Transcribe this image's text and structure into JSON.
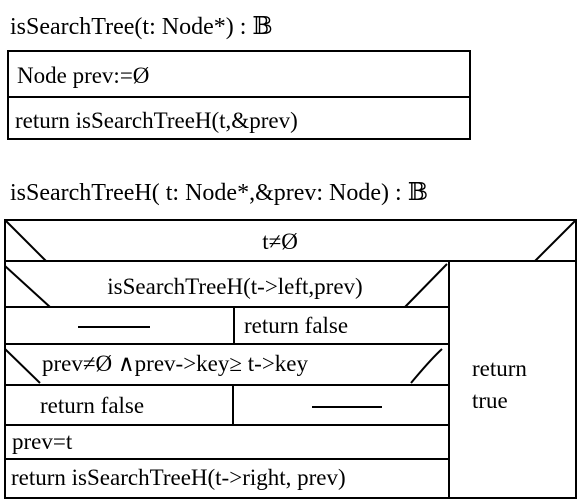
{
  "function1": {
    "signature": "isSearchTree(t: Node*) : 𝔹",
    "rows": [
      "Node prev:=Ø",
      "return  isSearchTreeH(t,&prev)"
    ]
  },
  "function2": {
    "signature": "isSearchTreeH( t: Node*,&prev: Node) : 𝔹",
    "outer_condition": "t≠Ø",
    "true_branch": {
      "cond1": "isSearchTreeH(t->left,prev)",
      "cond1_true": "———",
      "cond1_false": "return false",
      "cond2": "prev≠Ø ∧prev->key≥  t->key",
      "cond2_true": "return false",
      "cond2_false": "———",
      "assign": "prev=t",
      "return_stmt": "return isSearchTreeH(t->right, prev)"
    },
    "false_branch": {
      "line1": "return",
      "line2": "true"
    }
  }
}
